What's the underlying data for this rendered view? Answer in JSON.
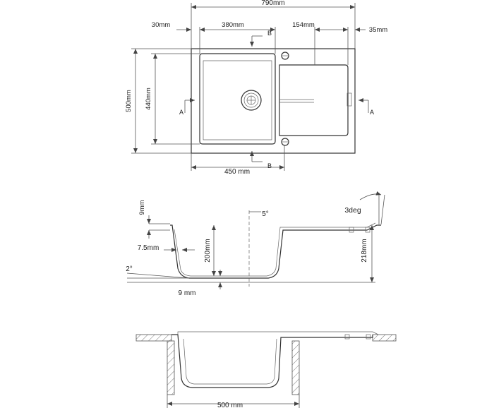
{
  "top_view": {
    "overall_width": "790mm",
    "left_rim": "30mm",
    "bowl_width": "380mm",
    "drainer_width": "154mm",
    "right_rim": "35mm",
    "overall_depth": "500mm",
    "bowl_depth": "440mm",
    "bottom_width": "450 mm",
    "section_a_left": "A",
    "section_a_right": "A",
    "section_b_top": "B",
    "section_b_bottom": "B"
  },
  "section_view": {
    "rim_thickness": "9mm",
    "draft_angle": "5°",
    "drainer_slope": "3deg",
    "wall_thickness": "7.5mm",
    "bowl_height": "200mm",
    "total_height": "218mm",
    "floor_angle": "2°",
    "floor_thickness": "9 mm"
  },
  "install_view": {
    "cabinet_width": "500 mm"
  }
}
